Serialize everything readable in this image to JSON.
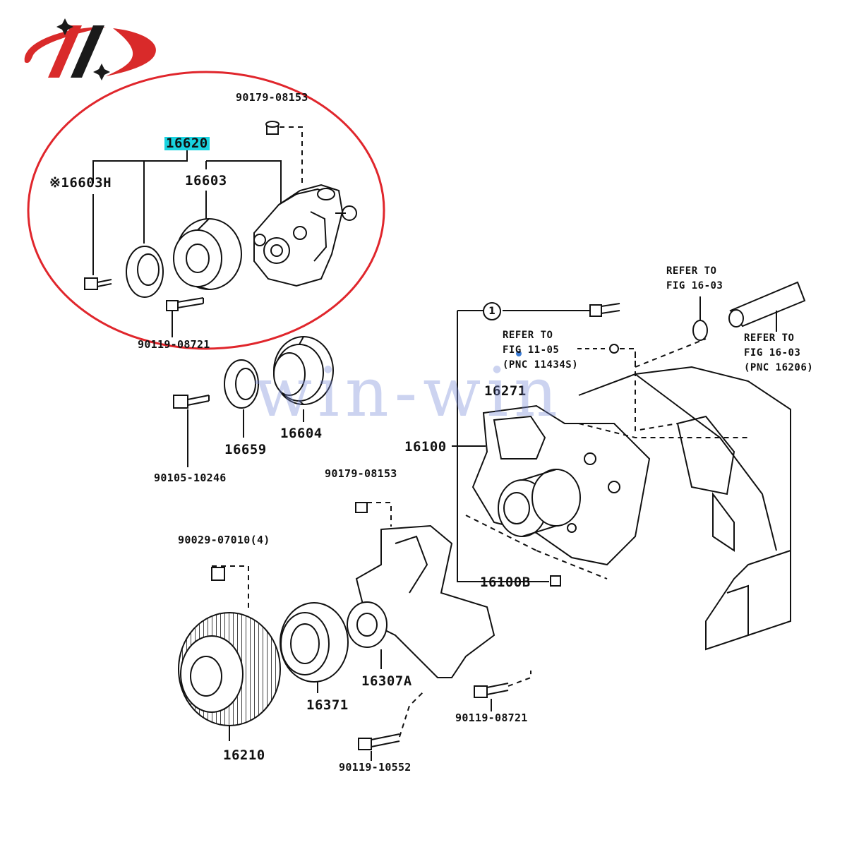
{
  "watermark": "win-win",
  "colors": {
    "callout_circle": "#e0262c",
    "highlight": "#19d3e0",
    "logo_red": "#d92a2a",
    "logo_dark": "#1a1a1a",
    "watermark": "#7d8cd7"
  },
  "logo": {
    "icon": "win-win-logo-icon"
  },
  "labels": {
    "p90179_08153_top": "90179-08153",
    "p16620": "16620",
    "p16603h": "※16603H",
    "p16603": "16603",
    "p90119_08721_top": "90119-08721",
    "p16604": "16604",
    "p16659": "16659",
    "p90105_10246": "90105-10246",
    "p90179_08153_mid": "90179-08153",
    "p90029_07010": "90029-07010(4)",
    "p16210": "16210",
    "p16371": "16371",
    "p16307a": "16307A",
    "p90119_08721_bot": "90119-08721",
    "p90119_10552": "90119-10552",
    "p16271": "16271",
    "p16100": "16100",
    "p16100b": "16100B",
    "circle_1": "1"
  },
  "references": {
    "ref_top_a": "REFER TO",
    "ref_top_b": "FIG 16-03",
    "ref_mid_a": "REFER TO",
    "ref_mid_b": "FIG 11-05",
    "ref_mid_c": "(PNC 11434S)",
    "ref_right_a": "REFER TO",
    "ref_right_b": "FIG 16-03",
    "ref_right_c": "(PNC 16206)"
  }
}
